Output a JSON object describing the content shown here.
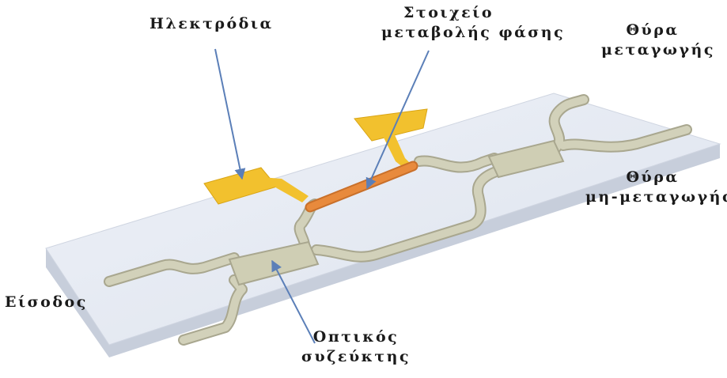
{
  "labels": {
    "electrodes": "Ηλεκτρόδια",
    "phase_shifter_line1": "Στοιχείο",
    "phase_shifter_line2": "μεταβολής φάσης",
    "switched_port_line1": "Θύρα",
    "switched_port_line2": "μεταγωγής",
    "unswitched_port_line1": "Θύρα",
    "unswitched_port_line2": "μη-μεταγωγής",
    "input": "Είσοδος",
    "coupler_line1": "Οπτικός",
    "coupler_line2": "συζεύκτης"
  },
  "colors": {
    "substrate_top": "#e3e8f1",
    "substrate_side": "#c5ccda",
    "waveguide": "#d2d1ba",
    "waveguide_edge": "#a9a78f",
    "electrode": "#f2c12e",
    "phase_shifter": "#e88a3c",
    "arrow": "#5b7fb8"
  }
}
